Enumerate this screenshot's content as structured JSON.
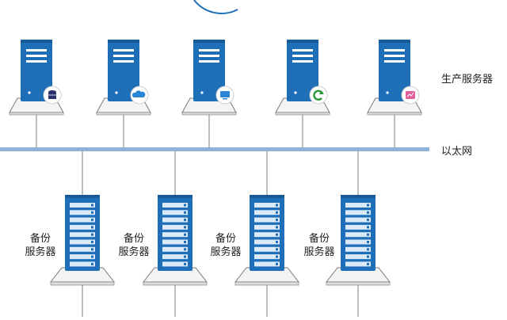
{
  "labels": {
    "production_servers": "生产服务器",
    "ethernet": "以太网",
    "backup_line1": "备份",
    "backup_line2": "服务器"
  },
  "production_servers": [
    {
      "badge_icon": "database-icon"
    },
    {
      "badge_icon": "cloud-icon"
    },
    {
      "badge_icon": "monitor-icon"
    },
    {
      "badge_icon": "refresh-icon"
    },
    {
      "badge_icon": "image-icon"
    }
  ],
  "backup_servers": [
    {
      "id": 1
    },
    {
      "id": 2
    },
    {
      "id": 3
    },
    {
      "id": 4
    }
  ],
  "colors": {
    "server_blue": "#1f6fb8",
    "server_dark": "#185a96",
    "slot_white": "#ffffff",
    "backup_slot": "#dbeaf8",
    "stand_fill": "#f4f4f4",
    "stand_stroke": "#7a7a7a",
    "bus": "#8eb3db",
    "line": "#a8a8a8",
    "top_circle": "#1f6fb8",
    "badge_green": "#2a9a3e",
    "badge_pink": "#e0609a",
    "badge_blue": "#2a85d6"
  }
}
